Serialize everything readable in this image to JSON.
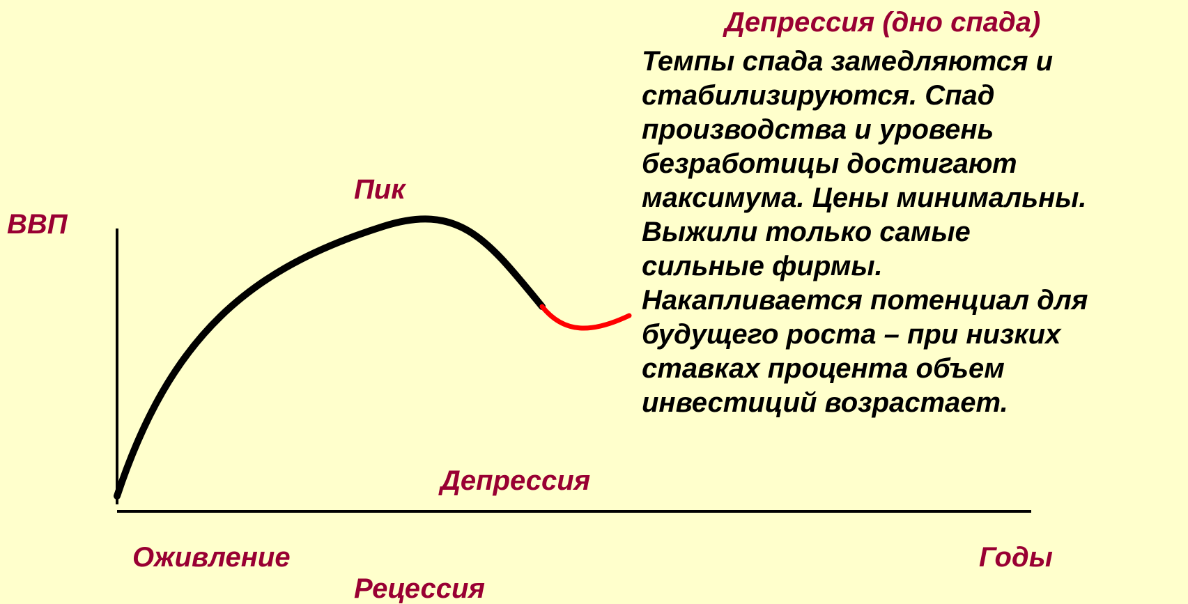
{
  "colors": {
    "background": "#FFFFCC",
    "label": "#990033",
    "curve": "#000000",
    "highlight": "#FF0000",
    "axis": "#000000"
  },
  "labels": {
    "y_axis": "ВВП",
    "x_axis": "Годы",
    "peak": "Пик",
    "depression": "Депрессия",
    "recovery": "Оживление",
    "recession": "Рецессия"
  },
  "description": {
    "title": "Депрессия (дно спада)",
    "lines": [
      "Темпы спада замедляются и",
      "стабилизируются. Спад",
      "производства и уровень",
      "безработицы достигают",
      "максимума. Цены минимальны.",
      "Выжили только самые",
      "сильные фирмы.",
      "Накапливается потенциал для",
      "будущего роста – при низких",
      "ставках процента объем",
      "инвестиций возрастает."
    ]
  }
}
